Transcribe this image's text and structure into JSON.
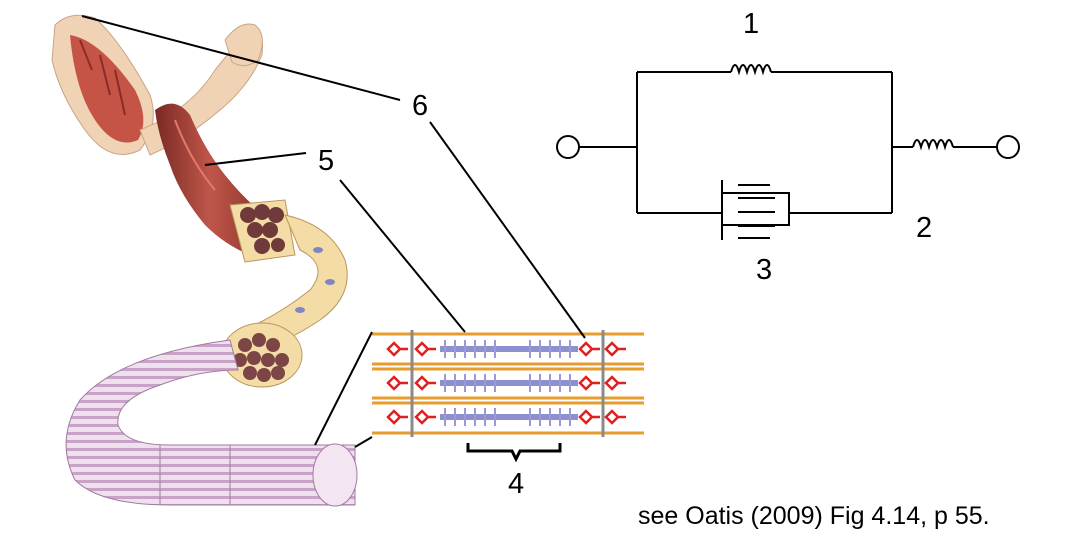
{
  "labels": {
    "l1": "1",
    "l2": "2",
    "l3": "3",
    "l4": "4",
    "l5": "5",
    "l6": "6"
  },
  "caption": "see Oatis (2009) Fig 4.14, p 55.",
  "colors": {
    "muscle": "#b5443a",
    "muscle_dark": "#7a2a24",
    "skin": "#f0d2b4",
    "fascicle_sheath": "#f4dca6",
    "fiber_stripe": "#c9a3c7",
    "actin": "#e69c2e",
    "myosin": "#8e8fce",
    "titin": "#e02020",
    "z_disc": "#8a8a8a",
    "line": "#000000"
  },
  "icons": {
    "circuit_spring": "coil-spring-icon",
    "circuit_dashpot": "dashpot-icon",
    "circuit_terminal": "open-circle-terminal-icon"
  }
}
